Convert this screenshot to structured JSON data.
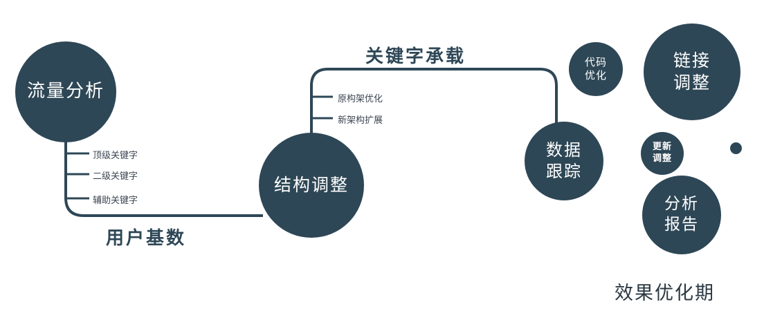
{
  "colors": {
    "node_fill": "#2e4756",
    "line": "#2e4756",
    "label_dark": "#2e4756",
    "branch_text": "#3c4652",
    "node_text": "#ffffff"
  },
  "nodes": {
    "traffic": {
      "label": "流量分析"
    },
    "structure": {
      "label": "结构调整"
    },
    "data_tracking": {
      "line1": "数据",
      "line2": "跟踪"
    },
    "code_optimization": {
      "line1": "代码",
      "line2": "优化"
    },
    "link_adjustment": {
      "line1": "链接",
      "line2": "调整"
    },
    "update_adjustment": {
      "line1": "更新",
      "line2": "调整"
    },
    "analysis_report": {
      "line1": "分析",
      "line2": "报告"
    }
  },
  "branches": {
    "traffic": [
      "顶级关键字",
      "二级关键字",
      "辅助关键字"
    ],
    "structure": [
      "原构架优化",
      "新架构扩展"
    ]
  },
  "edges": {
    "user_base": "用户基数",
    "keyword_carry": "关键字承载"
  },
  "footer": "效果优化期"
}
